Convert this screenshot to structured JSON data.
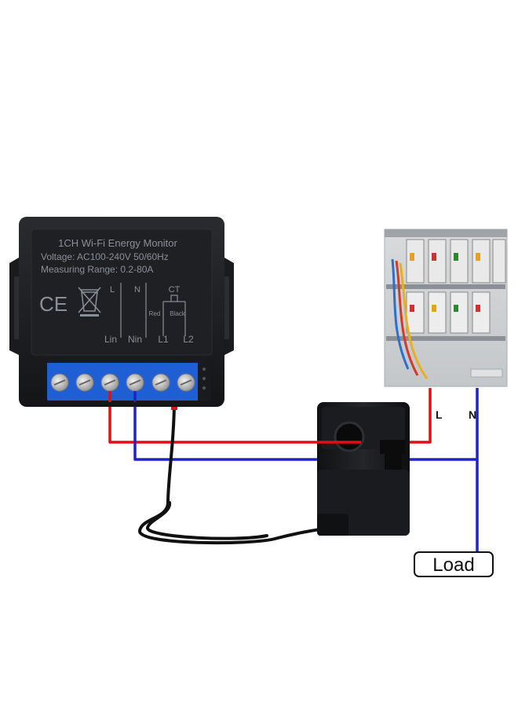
{
  "device": {
    "title": "1CH Wi-Fi Energy Monitor",
    "voltage": "Voltage: AC100-240V 50/60Hz",
    "range": "Measuring Range: 0.2-80A",
    "label_L": "L",
    "label_N": "N",
    "label_CT": "CT",
    "label_red": "Red",
    "label_black": "Black",
    "terminals": [
      "Lin",
      "Nin",
      "L1",
      "L2"
    ],
    "ce_mark": "CE"
  },
  "panel": {
    "label_L": "L",
    "label_N": "N"
  },
  "load": {
    "label": "Load"
  },
  "colors": {
    "live_wire": "#e01010",
    "neutral_wire": "#2222cc",
    "device_body": "#1d1e21",
    "terminal_block": "#1f5fd6",
    "ct_clamp": "#17181a"
  }
}
